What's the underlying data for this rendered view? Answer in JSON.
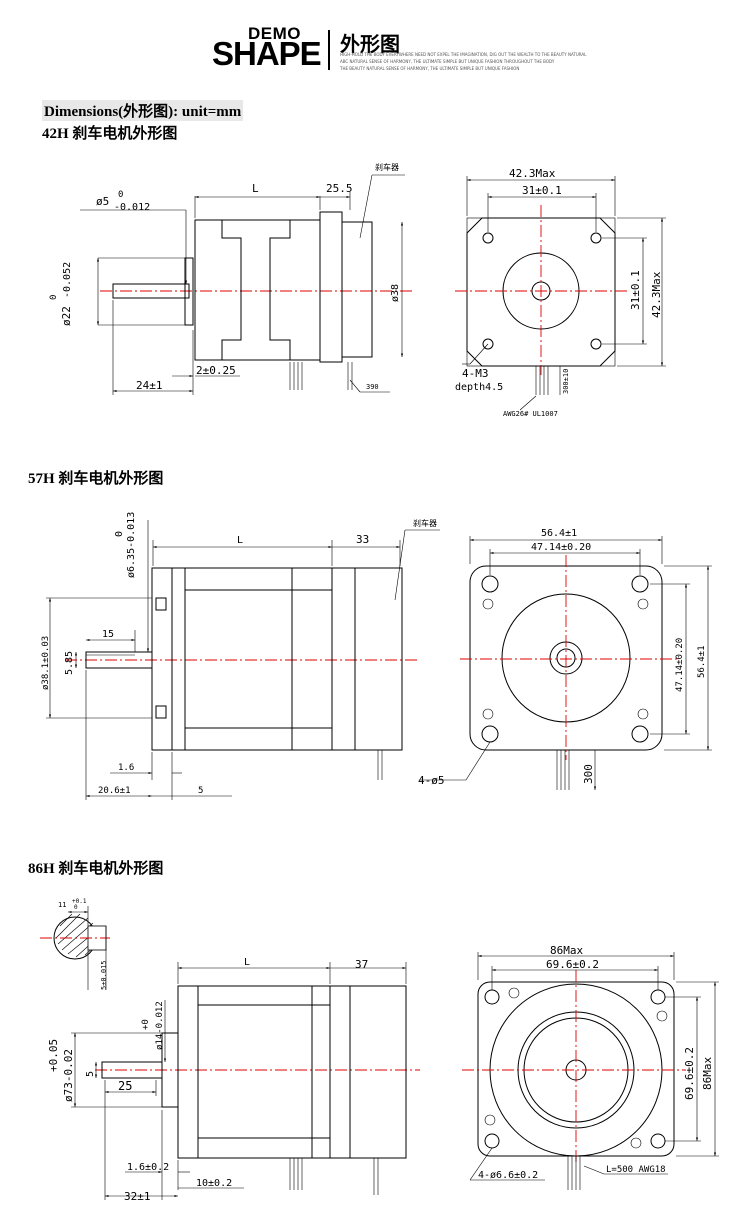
{
  "header": {
    "logo_top": "DEMO",
    "logo_main": "SHAPE",
    "title": "外形图",
    "taglines": [
      "HIGH-HOLD THE BODY EVERYWHERE NEED NOT EXPEL THE IMAGINATION, DIG OUT THE WEALTH TO THE BEAUTY NATURAL",
      "ABC NATURAL SENSE OF HARMONY, THE ULTIMATE SIMPLE BUT UNIQUE FASHION THROUGHOUT THE BODY",
      "THE BEAUTY NATURAL SENSE OF HARMONY, THE ULTIMATE SIMPLE BUT UNIQUE FASHION"
    ]
  },
  "dimensions_label": "Dimensions(外形图): unit=mm",
  "sections": {
    "s42": {
      "title": "42H 刹车电机外形图",
      "labels": {
        "shaft_dia": "ø5",
        "shaft_tol_top": "0",
        "shaft_tol_bot": "-0.012",
        "flange_dia": "ø22",
        "flange_tol_top": "0",
        "flange_tol_bot": "-0.052",
        "L": "L",
        "brake_len": "25.5",
        "brake": "刹车器",
        "body_dia": "ø38",
        "flange_thk": "2±0.25",
        "shaft_len": "24±1",
        "cable_len": "390",
        "width_max": "42.3Max",
        "hole_pitch": "31±0.1",
        "hole_pitch_v": "31±0.1",
        "height_max": "42.3Max",
        "holes": "4-M3",
        "depth": "depth4.5",
        "cable_note": "AWG26# UL1007",
        "lead_len": "300±10"
      }
    },
    "s57": {
      "title": "57H 刹车电机外形图",
      "labels": {
        "shaft_tol_top": "0",
        "shaft_dia": "ø6.35-0.013",
        "L": "L",
        "brake_len": "33",
        "brake": "刹车器",
        "flange_dia": "ø38.1±0.03",
        "flat": "5.85",
        "flat_len": "15",
        "flange_thk": "1.6",
        "shaft_len": "20.6±1",
        "boss_len": "5",
        "width": "56.4±1",
        "hole_pitch": "47.14±0.20",
        "hole_pitch_v": "47.14±0.20",
        "height": "56.4±1",
        "holes": "4-ø5",
        "lead_len": "300"
      }
    },
    "s86": {
      "title": "86H 刹车电机外形图",
      "labels": {
        "key_w": "11",
        "key_tol_top": "+0.1",
        "key_tol_bot": "0",
        "key_h": "5±0.015",
        "L": "L",
        "brake_len": "37",
        "shaft_tol_top": "+0",
        "shaft_dia": "ø14-0.012",
        "flange_tol_top": "+0.05",
        "flange_dia": "ø73-0.02",
        "key_depth": "5",
        "key_len": "25",
        "flange_thk": "1.6±0.2",
        "boss_len": "10±0.2",
        "shaft_len": "32±1",
        "width_max": "86Max",
        "hole_pitch": "69.6±0.2",
        "hole_pitch_v": "69.6±0.2",
        "height_max": "86Max",
        "holes": "4-ø6.6±0.2",
        "cable": "L=500 AWG18"
      }
    }
  }
}
